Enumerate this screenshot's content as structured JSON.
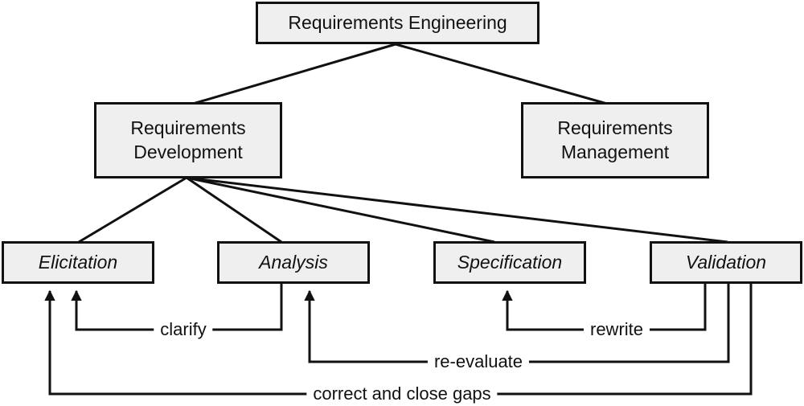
{
  "nodes": {
    "root": {
      "label": "Requirements Engineering"
    },
    "development": {
      "line1": "Requirements",
      "line2": "Development"
    },
    "management": {
      "line1": "Requirements",
      "line2": "Management"
    },
    "elicitation": {
      "label": "Elicitation"
    },
    "analysis": {
      "label": "Analysis"
    },
    "specification": {
      "label": "Specification"
    },
    "validation": {
      "label": "Validation"
    }
  },
  "feedback": {
    "clarify": "clarify",
    "rewrite": "rewrite",
    "reevaluate": "re-evaluate",
    "correct": "correct and close gaps"
  }
}
